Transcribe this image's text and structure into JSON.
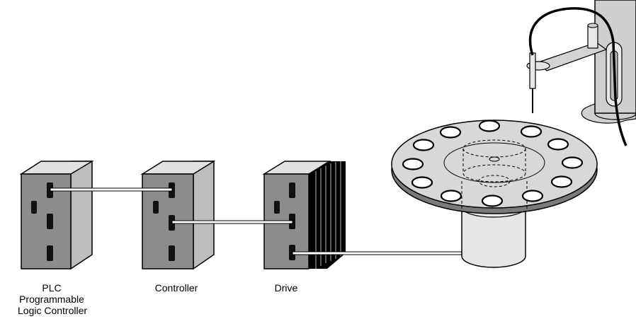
{
  "labels": {
    "plc": {
      "line1": "PLC",
      "line2": "Programmable",
      "line3": "Logic Controller"
    },
    "controller": "Controller",
    "drive": "Drive"
  },
  "components": {
    "plc_icon": "plc-box",
    "controller_icon": "controller-box",
    "drive_icon": "drive-box-with-heatsink",
    "motor_icon": "motor",
    "turntable_icon": "sample-turntable",
    "arm_icon": "robotic-probe-arm"
  },
  "colors": {
    "box_front": "#8c8c8c",
    "box_side": "#bdbdbd",
    "box_top": "#e2e2e2",
    "port": "#111111",
    "turntable": "#d8d8d8",
    "motor": "#e6e6e6",
    "heatsink": "#000000"
  }
}
